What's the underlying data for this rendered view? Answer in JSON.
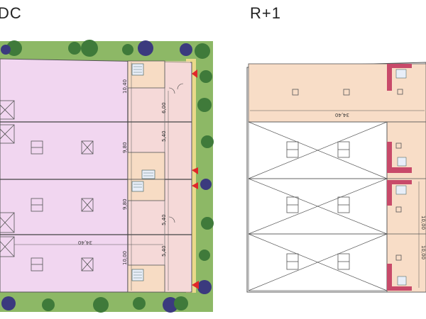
{
  "plans": {
    "left": {
      "title": "DC",
      "dims": {
        "bay1_depth": "10,40",
        "bay2_depth": "9,80",
        "bay3_depth": "9,80",
        "bay4_depth": "10,00",
        "office1": "6,00",
        "office2": "5,40",
        "office3": "5,40",
        "office4": "5,40",
        "length": "34,40"
      }
    },
    "right": {
      "title": "R+1",
      "dims": {
        "length": "34,40",
        "width1": "10,00",
        "width2": "10,00"
      }
    }
  },
  "colors": {
    "warehouse": "#f1d6f0",
    "office": "#f7dcc4",
    "offices_upper": "#f8ddc7",
    "grass": "#7aa657",
    "tree": "#3f7a3a",
    "tree_dark": "#3b3a7e",
    "stair": "#c84a6a",
    "door_arrow": "#e0262a"
  }
}
